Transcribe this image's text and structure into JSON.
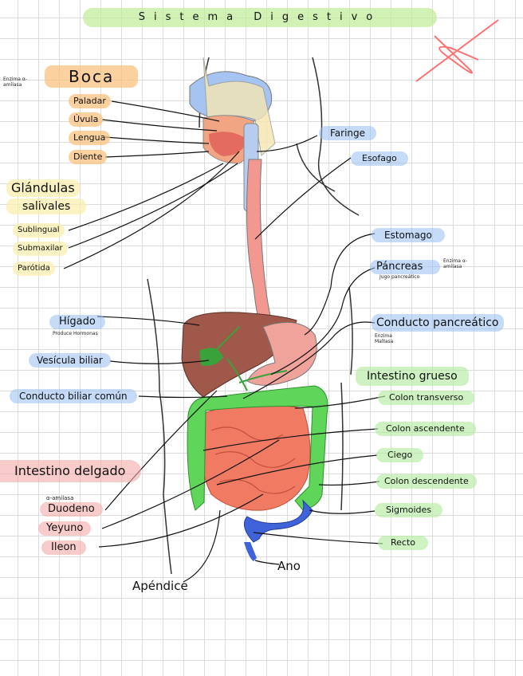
{
  "title": "Sistema Digestivo",
  "head_group": {
    "label": "Boca",
    "enzyme_note": "Enzima α-amilasa",
    "parts": [
      "Paladar",
      "Úvula",
      "Lengua",
      "Diente"
    ]
  },
  "glands": {
    "label_line1": "Glándulas",
    "label_line2": "salivales",
    "parts": [
      "Sublingual",
      "Submaxilar",
      "Parótida"
    ]
  },
  "right_labels": {
    "faringe": "Faringe",
    "esofago": "Esofago",
    "estomago": "Estomago",
    "pancreas": "Páncreas",
    "pancreas_sub": "Jugo pancreático",
    "pancreas_enzyme": "Enzima α-amilasa",
    "conducto_pancreatico": "Conducto pancreático",
    "conducto_note": "Enzima Maltasa"
  },
  "left_labels": {
    "higado": "Hígado",
    "higado_sub": "Produce Hormonas",
    "vesicula": "Vesícula biliar",
    "conducto_biliar": "Conducto biliar común"
  },
  "intestino_delgado": {
    "label": "Intestino delgado",
    "note": "α-amilasa",
    "parts": [
      "Duodeno",
      "Yeyuno",
      "Ileon"
    ]
  },
  "intestino_grueso": {
    "label": "Intestino grueso",
    "parts": [
      "Colon transverso",
      "Colon ascendente",
      "Ciego",
      "Colon descendente",
      "Sigmoides",
      "Recto"
    ]
  },
  "bottom_labels": {
    "ano": "Ano",
    "apendice": "Apéndice"
  },
  "colors": {
    "liver": "#a0584a",
    "stomach": "#f0a39a",
    "colon": "#5fd65a",
    "small_intestine": "#f07a62",
    "rectum": "#3f63d8",
    "esophagus": "#f29890"
  }
}
